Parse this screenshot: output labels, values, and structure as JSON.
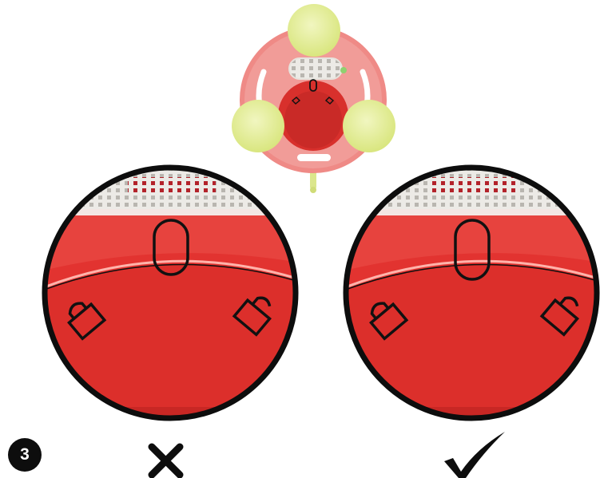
{
  "step": {
    "number": "3"
  },
  "panels": {
    "left": {
      "status": "incorrect",
      "mark_icon": "cross-icon"
    },
    "right": {
      "status": "correct",
      "mark_icon": "checkmark-icon"
    }
  },
  "icons": {
    "lock": "lock-closed-icon",
    "unlock": "lock-open-icon",
    "indicator": "slot-indicator-icon"
  },
  "colors": {
    "device_red": "#e3322f",
    "dark_red": "#c22521",
    "ball_green": "#e4ee98",
    "mark": "#0d0d0d",
    "grill": "#d9d8d2"
  }
}
